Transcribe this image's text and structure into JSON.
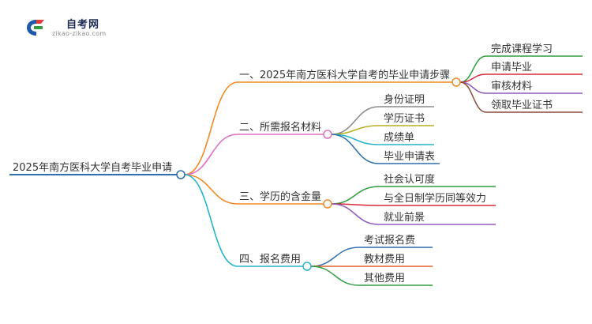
{
  "logo": {
    "name": "自考网",
    "url": "zikao-zikao.com"
  },
  "root": {
    "label": "2025年南方医科大学自考毕业申请",
    "color": "#2f6fb0"
  },
  "branches": [
    {
      "label": "一、2025年南方医科大学自考的毕业申请步骤",
      "color": "#f08a24",
      "children": [
        {
          "label": "完成课程学习",
          "color": "#2e9e3e"
        },
        {
          "label": "申请毕业",
          "color": "#d8283a"
        },
        {
          "label": "审核材料",
          "color": "#8e5bc2"
        },
        {
          "label": "领取毕业证书",
          "color": "#8b4a3a"
        }
      ]
    },
    {
      "label": "二、所需报名材料",
      "color": "#e06fc3",
      "children": [
        {
          "label": "身份证明",
          "color": "#8a8a8a"
        },
        {
          "label": "学历证书",
          "color": "#b7b020"
        },
        {
          "label": "成绩单",
          "color": "#26b5c8"
        },
        {
          "label": "毕业申请表",
          "color": "#2f6fb0"
        }
      ]
    },
    {
      "label": "三、学历的含金量",
      "color": "#f08a24",
      "children": [
        {
          "label": "社会认可度",
          "color": "#2e9e3e"
        },
        {
          "label": "与全日制学历同等效力",
          "color": "#d8283a"
        },
        {
          "label": "就业前景",
          "color": "#8e5bc2"
        }
      ]
    },
    {
      "label": "四、报名费用",
      "color": "#26b5c8",
      "children": [
        {
          "label": "考试报名费",
          "color": "#2f6fb0"
        },
        {
          "label": "教材费用",
          "color": "#e0622a"
        },
        {
          "label": "其他费用",
          "color": "#2e9e3e"
        }
      ]
    }
  ]
}
